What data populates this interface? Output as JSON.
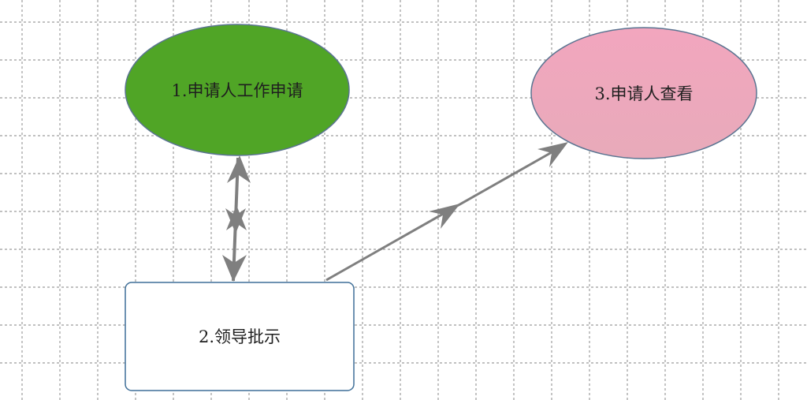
{
  "nodes": {
    "apply": {
      "label": "1.申请人工作申请",
      "fill": "#50A526",
      "stroke": "#5A7491"
    },
    "approve": {
      "label": "2.领导批示",
      "fill": "#FFFFFF",
      "stroke": "#3F6F98"
    },
    "view": {
      "label": "3.申请人查看",
      "fill": "#EEA8BC",
      "stroke": "#5A7491"
    }
  },
  "edges": [
    {
      "from": "approve",
      "to": "apply",
      "type": "bidirectional",
      "color": "#7F7F7F"
    },
    {
      "from": "approve",
      "to": "view",
      "type": "directed",
      "color": "#7F7F7F"
    }
  ],
  "background": {
    "grid": true,
    "grid_color": "#9C9C9C"
  }
}
